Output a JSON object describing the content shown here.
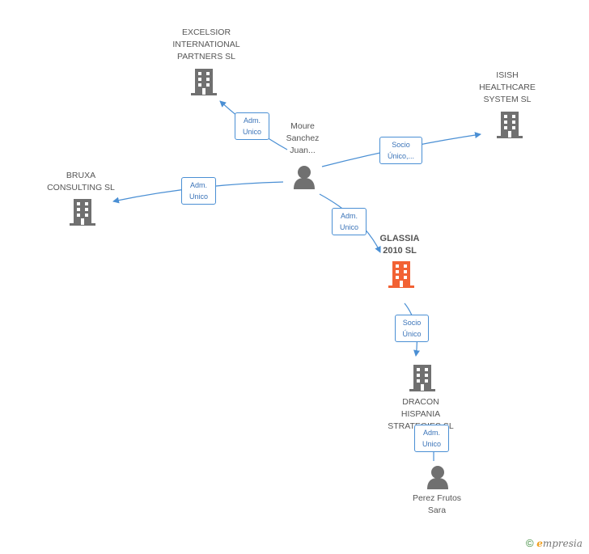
{
  "colors": {
    "edge": "#4a8fd4",
    "company": "#707070",
    "focus_company": "#f26234",
    "person": "#707070"
  },
  "nodes": {
    "excelsior": {
      "label": "EXCELSIOR\nINTERNATIONAL\nPARTNERS SL",
      "kind": "company"
    },
    "isish": {
      "label": "ISISH\nHEALTHCARE\nSYSTEM SL",
      "kind": "company"
    },
    "moure": {
      "label": "Moure\nSanchez\nJuan...",
      "kind": "person"
    },
    "bruxa": {
      "label": "BRUXA\nCONSULTING SL",
      "kind": "company"
    },
    "glassia": {
      "label": "GLASSIA\n2010 SL",
      "kind": "focus-company"
    },
    "dracon": {
      "label": "DRACON\nHISPANIA\nSTRATEGIES SL",
      "kind": "company"
    },
    "perez": {
      "label": "Perez Frutos\nSara",
      "kind": "person"
    }
  },
  "edges": {
    "moure_excelsior": "Adm.\nUnico",
    "moure_isish": "Socio\nÚnico,...",
    "moure_bruxa": "Adm.\nUnico",
    "moure_glassia": "Adm.\nUnico",
    "glassia_dracon": "Socio\nÚnico",
    "perez_dracon": "Adm.\nUnico"
  },
  "footer": {
    "copyright": "©",
    "brand_initial": "e",
    "brand_rest": "mpresia"
  }
}
